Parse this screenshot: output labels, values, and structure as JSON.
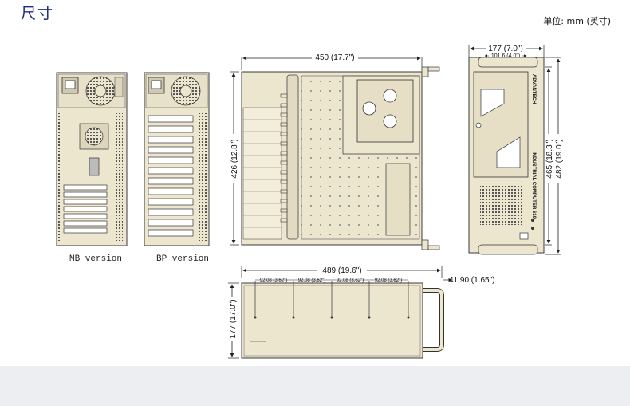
{
  "title": "尺寸",
  "unit_label": "单位: mm (英寸)",
  "captions": {
    "mb": "MB version",
    "bp": "BP version"
  },
  "dimensions": {
    "top_width": "450 (17.7\")",
    "top_depth": "426 (12.8\")",
    "front_width": "177 (7.0\")",
    "front_inner_width": "101.6 (4.0\")",
    "front_height_inner": "465 (18.3\")",
    "front_height_outer": "482 (19.0\")",
    "side_length": "489 (19.6\")",
    "side_handle": "41.90 (1.65\")",
    "side_height": "177 (17.0\")",
    "side_pitch": "92.08 (3.62\")"
  },
  "front_logo": "ADVANTECH",
  "front_model": "INDUSTRIAL COMPUTER 610",
  "colors": {
    "panel": "#ede6cf",
    "outline": "#3b3b3b",
    "title": "#1f2a80"
  }
}
